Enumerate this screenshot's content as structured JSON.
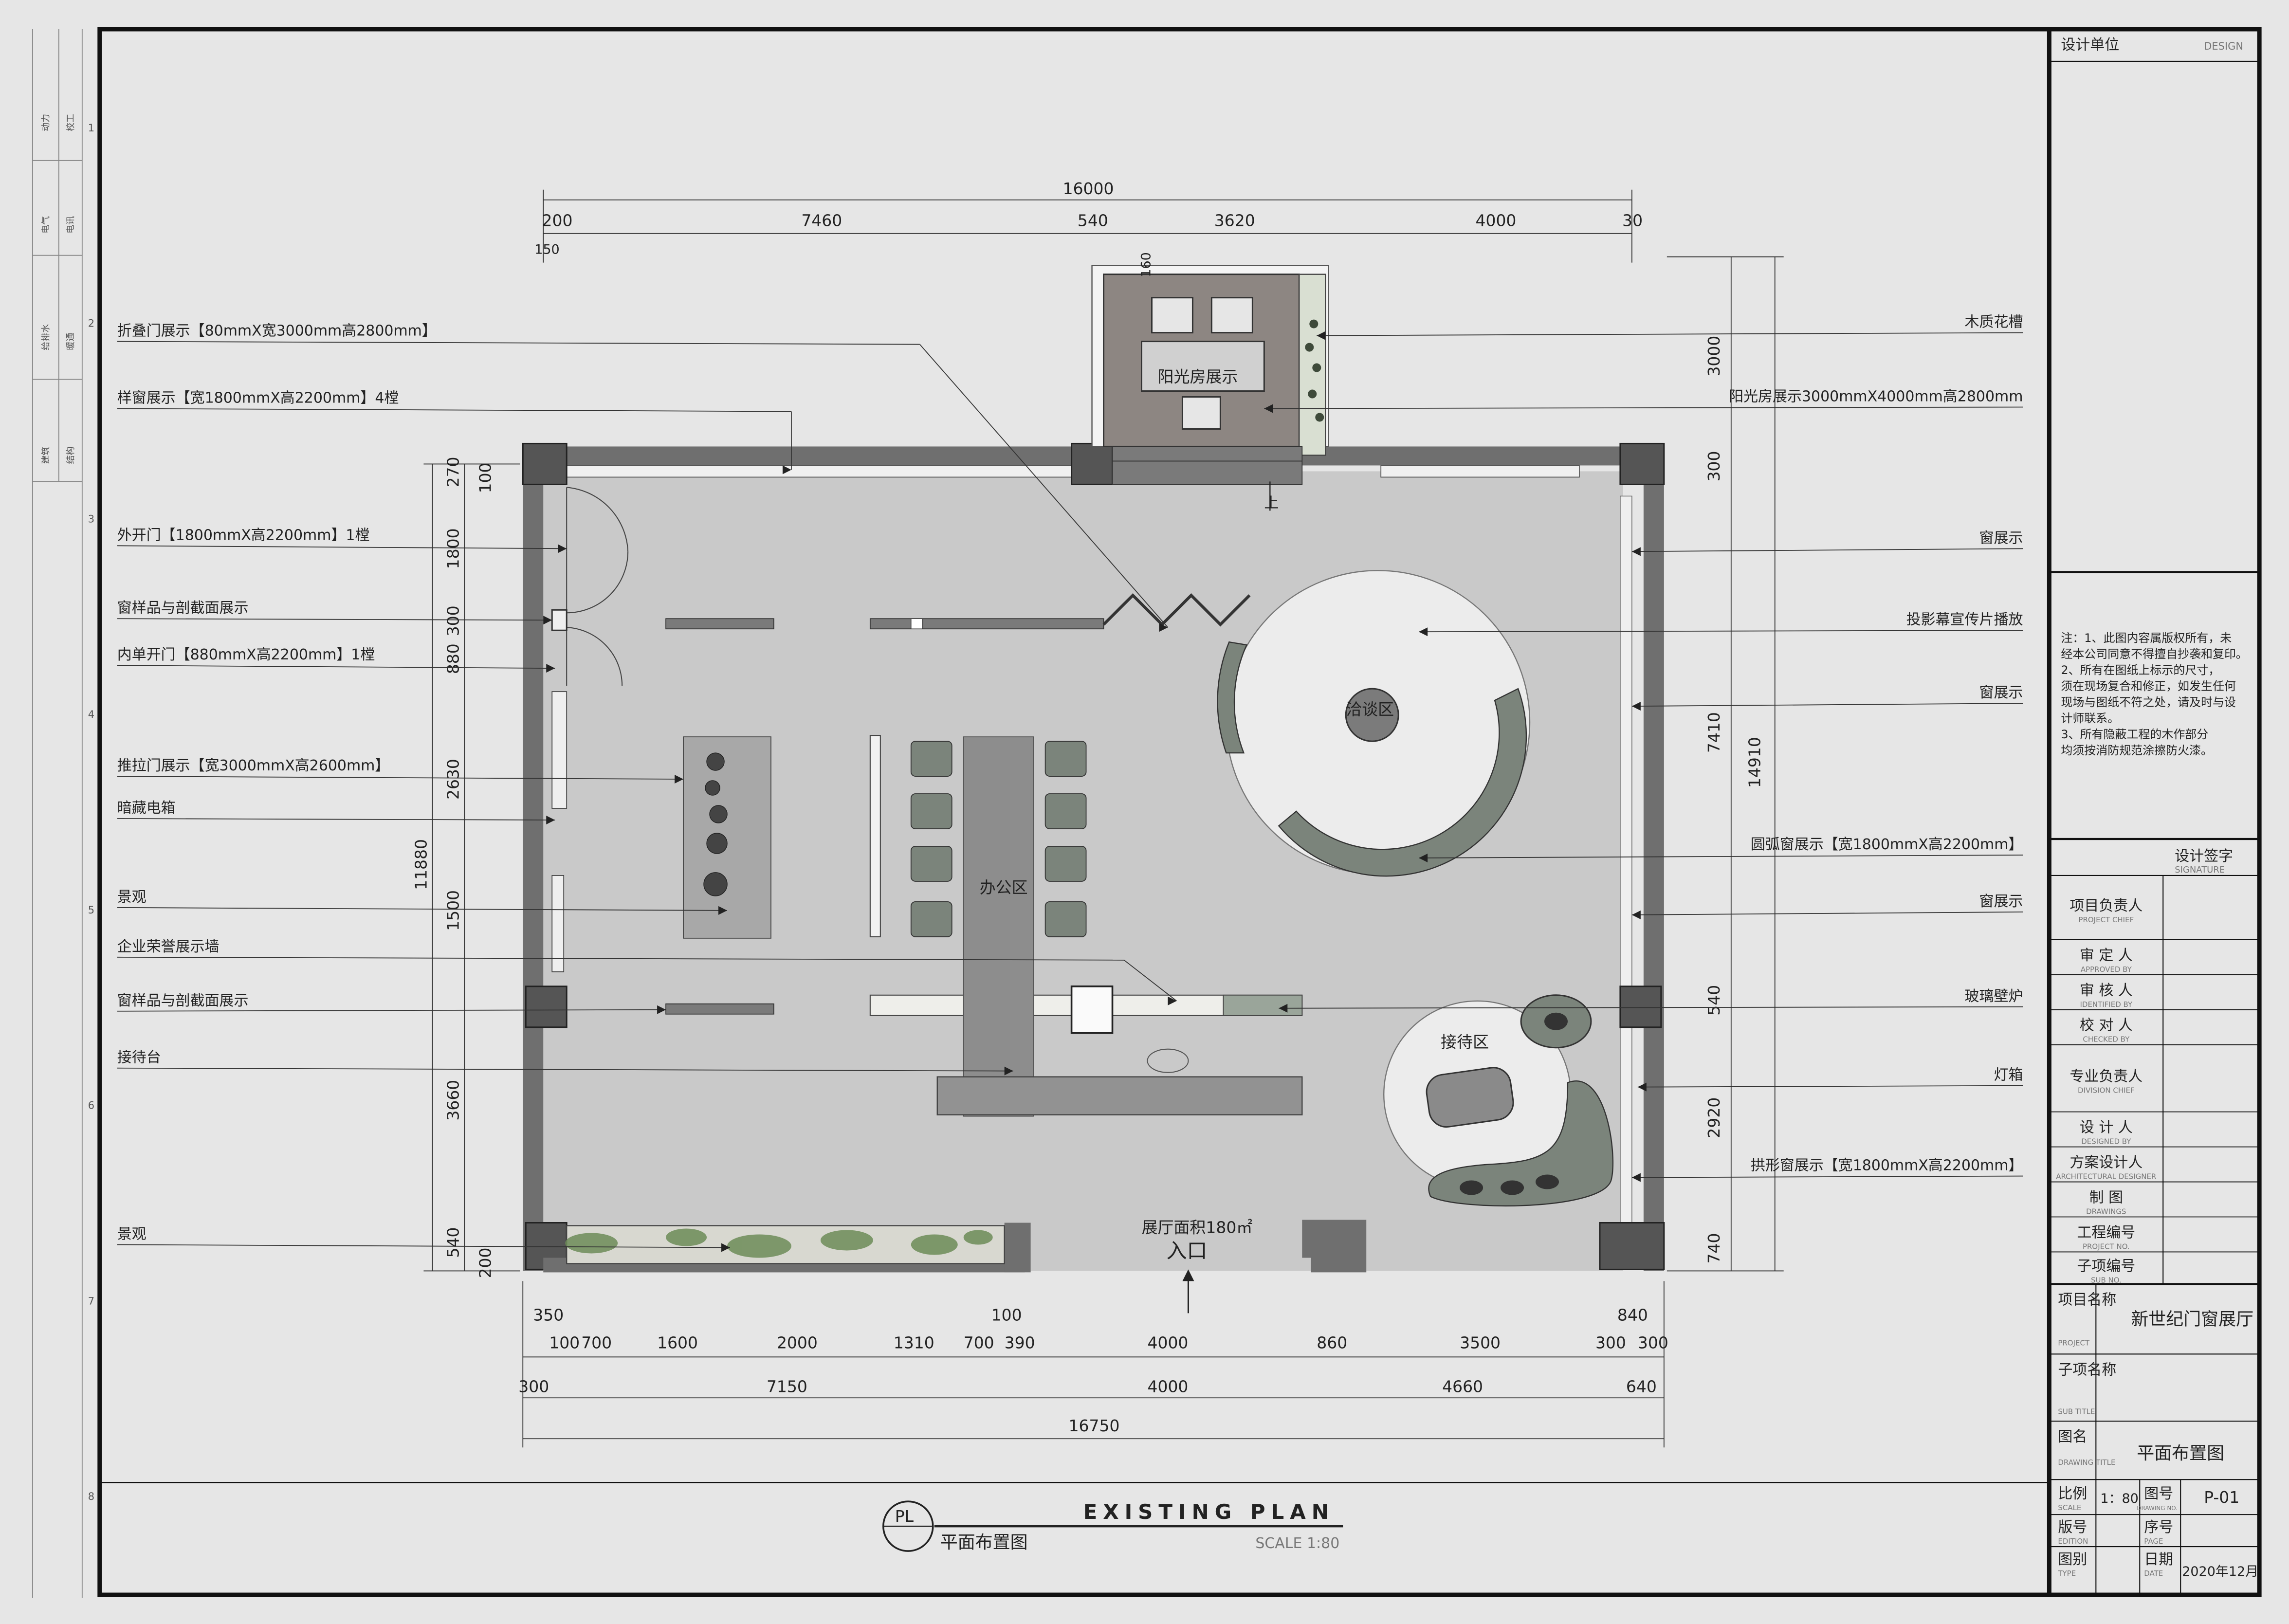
{
  "plan": {
    "overall_top": "16000",
    "top_dims": [
      "200",
      "7460",
      "540",
      "3620",
      "4000",
      "30"
    ],
    "top_small": "150",
    "sunroom_dim": "160",
    "right_outer": "14910",
    "right_dims": [
      "3000",
      "300",
      "7410",
      "540",
      "2920",
      "740"
    ],
    "left_outer": "11880",
    "left_dims": [
      "270",
      "100",
      "1800",
      "300",
      "880",
      "2630",
      "1500",
      "3660",
      "540",
      "200"
    ],
    "bottom_row1": [
      "350",
      "100",
      "700",
      "1600",
      "2000",
      "1310",
      "700",
      "100",
      "390",
      "4000",
      "860",
      "3500",
      "300",
      "840",
      "300"
    ],
    "bottom_row2": [
      "300",
      "7150",
      "4000",
      "4660",
      "640"
    ],
    "overall_bottom": "16750",
    "zones": {
      "sunroom": "阳光房展示",
      "negotiation": "洽谈区",
      "office": "办公区",
      "reception": "接待区",
      "hall_area": "展厅面积180㎡",
      "entrance": "入口",
      "stair_up": "上"
    },
    "left_labels": [
      "折叠门展示【80mmX宽3000mm高2800mm】",
      "样窗展示【宽1800mmX高2200mm】4樘",
      "外开门【1800mmX高2200mm】1樘",
      "窗样品与剖截面展示",
      "内单开门【880mmX高2200mm】1樘",
      "推拉门展示【宽3000mmX高2600mm】",
      "暗藏电箱",
      "景观",
      "企业荣誉展示墙",
      "窗样品与剖截面展示",
      "接待台",
      "景观"
    ],
    "right_labels": [
      "木质花槽",
      "阳光房展示3000mmX4000mm高2800mm",
      "窗展示",
      "投影幕宣传片播放",
      "窗展示",
      "圆弧窗展示【宽1800mmX高2200mm】",
      "窗展示",
      "玻璃壁炉",
      "灯箱",
      "拱形窗展示【宽1800mmX高2200mm】"
    ]
  },
  "footer": {
    "title_en": "EXISTING PLAN",
    "title_cn": "平面布置图",
    "scale": "SCALE 1:80",
    "badge": "PL"
  },
  "title_block": {
    "design_unit": "设计单位",
    "design_en": "DESIGN",
    "notes": [
      "注：1、此图内容属版权所有，未",
      "经本公司同意不得擅自抄袭和复印。",
      "2、所有在图纸上标示的尺寸，",
      "须在现场复合和修正，如发生任何",
      "现场与图纸不符之处，请及时与设",
      "计师联系。",
      "3、所有隐蔽工程的木作部分",
      "均须按消防规范涂擦防火漆。"
    ],
    "signature_cn": "设计签字",
    "signature_en": "SIGNATURE",
    "roles": [
      {
        "cn": "项目负责人",
        "en": "PROJECT CHIEF"
      },
      {
        "cn": "审 定 人",
        "en": "APPROVED BY"
      },
      {
        "cn": "审 核 人",
        "en": "IDENTIFIED BY"
      },
      {
        "cn": "校 对 人",
        "en": "CHECKED BY"
      },
      {
        "cn": "专业负责人",
        "en": "DIVISION CHIEF"
      },
      {
        "cn": "设 计 人",
        "en": "DESIGNED BY"
      },
      {
        "cn": "方案设计人",
        "en": "ARCHITECTURAL DESIGNER"
      },
      {
        "cn": "制 图",
        "en": "DRAWINGS"
      },
      {
        "cn": "工程编号",
        "en": "PROJECT NO."
      },
      {
        "cn": "子项编号",
        "en": "SUB NO."
      }
    ],
    "project_label": "项目名称",
    "project_en": "PROJECT",
    "project_name": "新世纪门窗展厅",
    "sub_label": "子项名称",
    "sub_en": "SUB TITLE",
    "drawing_label": "图名",
    "drawing_en": "DRAWING TITLE",
    "drawing_name": "平面布置图",
    "scale_label": "比例",
    "scale_en": "SCALE",
    "scale_value": "1：80",
    "drawing_no_label": "图号",
    "drawing_no_en": "DRAWING NO.",
    "drawing_no": "P-01",
    "edition_label": "版号",
    "edition_en": "EDITION",
    "page_label": "序号",
    "page_en": "PAGE",
    "type_label": "图别",
    "type_en": "TYPE",
    "date_label": "日期",
    "date_en": "DATE",
    "date_value": "2020年12月"
  },
  "side_strip": {
    "labels": [
      "动力",
      "校工",
      "电气",
      "电讯",
      "给排水",
      "暖通",
      "建筑",
      "结构"
    ],
    "row_numbers": [
      "1",
      "2",
      "3",
      "4",
      "5",
      "6",
      "7",
      "8"
    ]
  },
  "colors": {
    "wall": "#6f6f6f",
    "floor": "#c9c9c9",
    "sunroom": "#8d8682",
    "furniture": "#7b847b",
    "frame": "#111111"
  }
}
